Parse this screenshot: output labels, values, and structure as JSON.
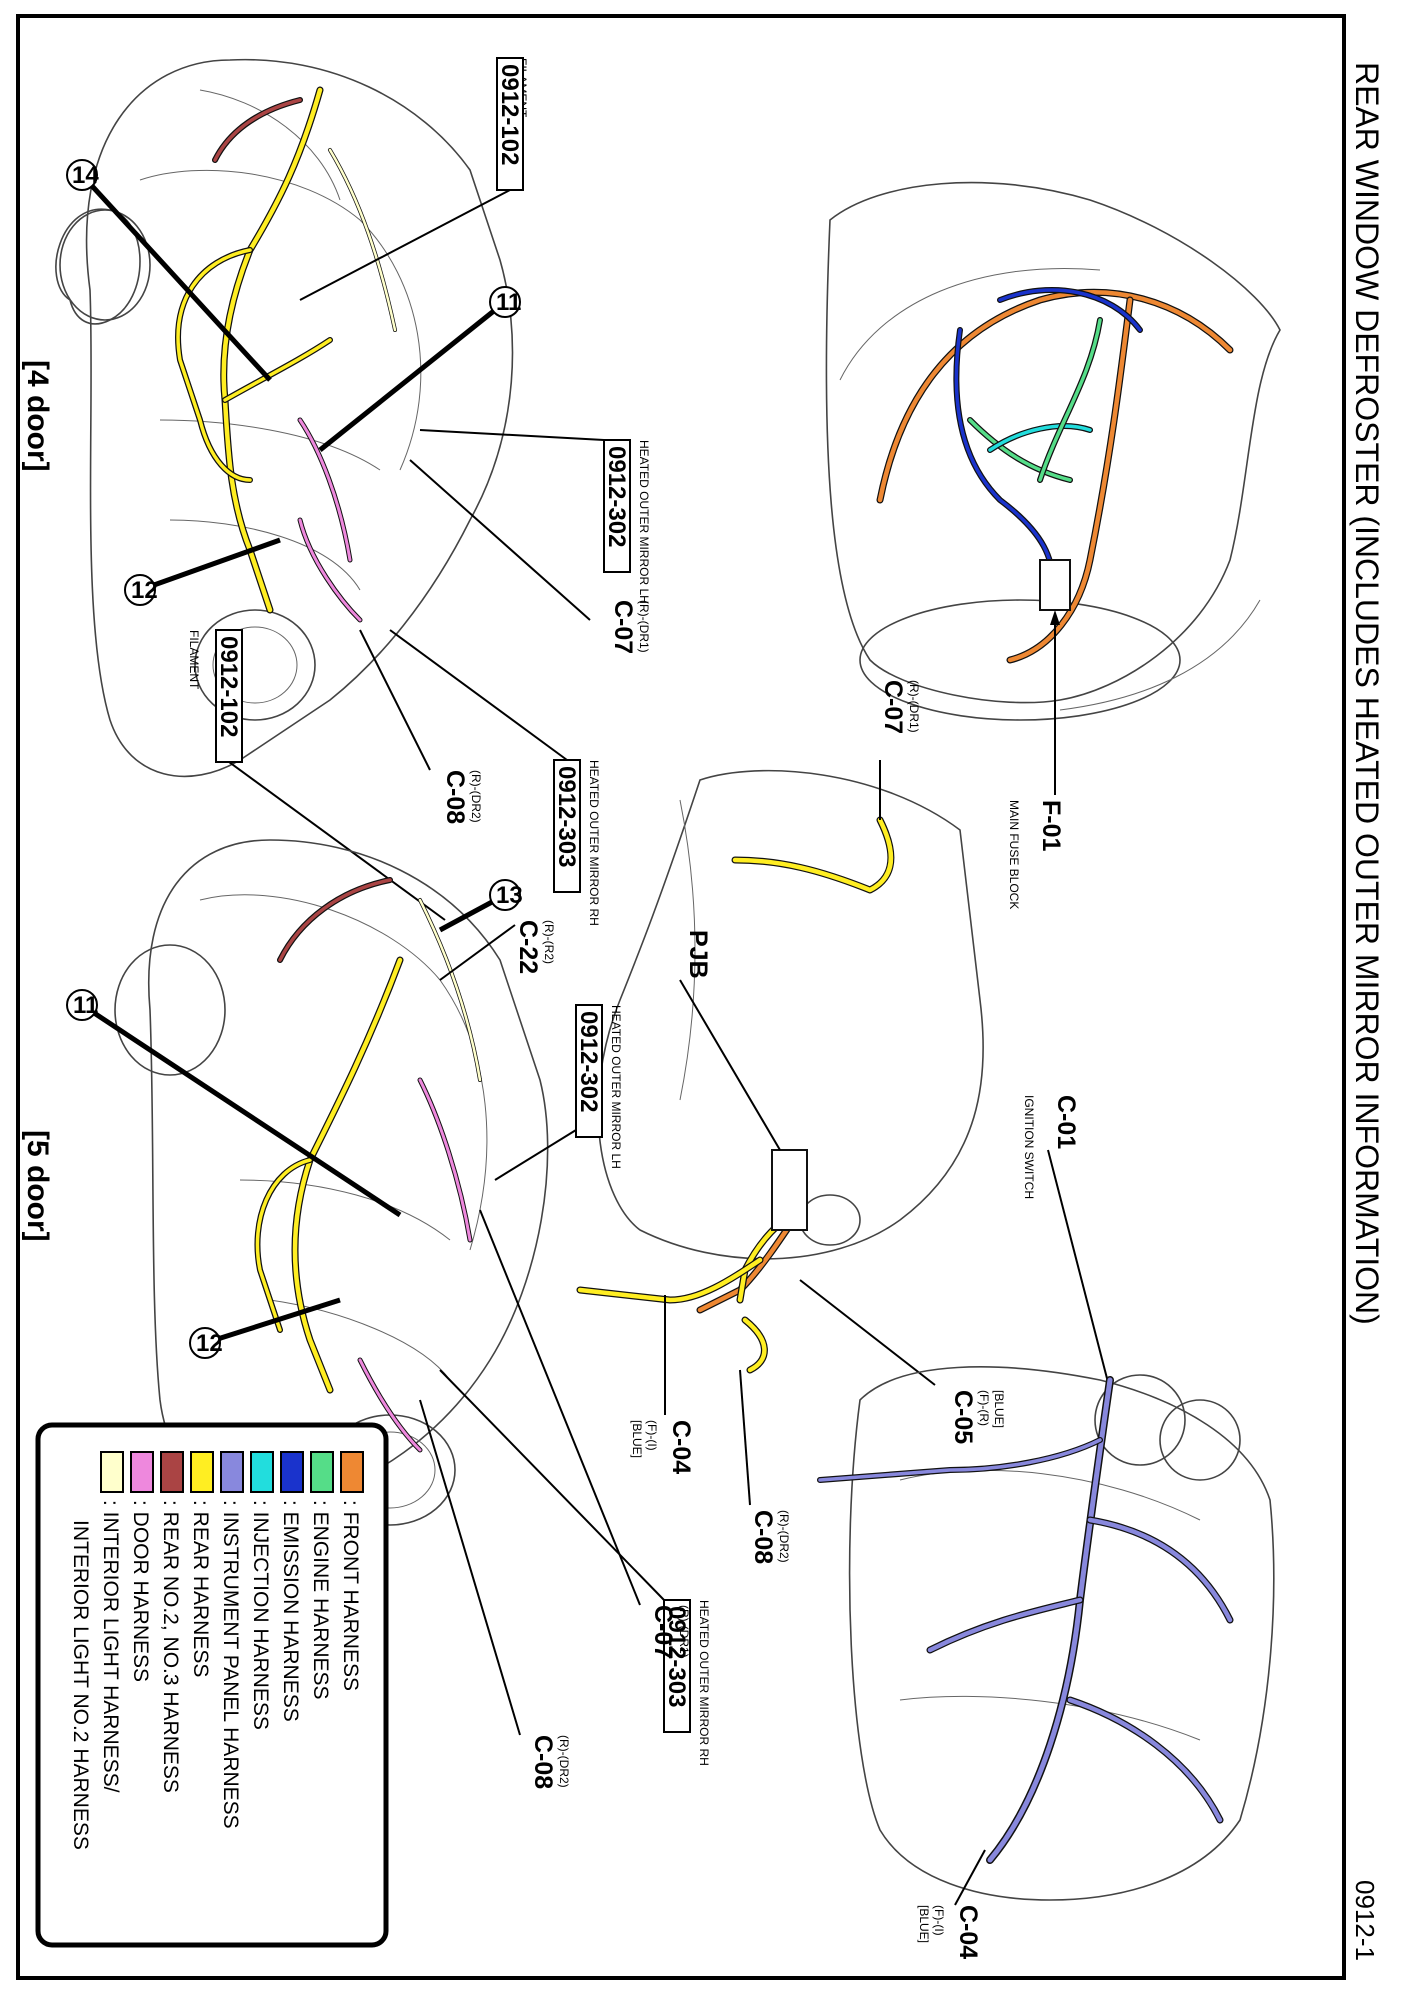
{
  "page": {
    "title": "REAR WINDOW DEFROSTER (INCLUDES HEATED OUTER MIRROR INFORMATION)",
    "page_number": "0912-1"
  },
  "views": {
    "four_door": "[4 door]",
    "five_door": "[5 door]"
  },
  "callouts": {
    "four_door": [
      {
        "id": "4d-filament-top",
        "caption": "FILAMENT",
        "ref": "0912-102"
      },
      {
        "id": "4d-mirror-lh",
        "caption": "HEATED OUTER MIRROR LH",
        "ref": "0912-302"
      },
      {
        "id": "4d-mirror-rh",
        "caption": "HEATED OUTER MIRROR RH",
        "ref": "0912-303"
      },
      {
        "id": "4d-filament-bottom",
        "caption": "FILAMENT",
        "ref": "0912-102"
      }
    ],
    "five_door": [
      {
        "id": "5d-mirror-lh",
        "caption": "HEATED OUTER MIRROR LH",
        "ref": "0912-302"
      },
      {
        "id": "5d-mirror-rh",
        "caption": "HEATED OUTER MIRROR RH",
        "ref": "0912-303"
      }
    ]
  },
  "connectors": {
    "c07_4d": {
      "code": "C-07",
      "sub": "(R)-(DR1)"
    },
    "c08_4d": {
      "code": "C-08",
      "sub": "(R)-(DR2)"
    },
    "f01": {
      "code": "F-01",
      "name": "MAIN FUSE BLOCK"
    },
    "c07_mid": {
      "code": "C-07",
      "sub": "(R)-(DR1)"
    },
    "pjb": {
      "code": "PJB"
    },
    "c22": {
      "code": "C-22",
      "sub": "(R)-(R2)"
    },
    "c01": {
      "code": "C-01",
      "name": "IGNITION SWITCH"
    },
    "c05": {
      "code": "C-05",
      "sub1": "(F)-(R)",
      "sub2": "[BLUE]"
    },
    "c04_mid": {
      "code": "C-04",
      "sub1": "(F)-(I)",
      "sub2": "[BLUE]"
    },
    "c08_mid": {
      "code": "C-08",
      "sub": "(R)-(DR2)"
    },
    "c07_5d": {
      "code": "C-07",
      "sub": "(R)-(DR1)"
    },
    "c08_5d": {
      "code": "C-08",
      "sub": "(R)-(DR2)"
    },
    "c04_right": {
      "code": "C-04",
      "sub1": "(F)-(I)",
      "sub2": "[BLUE]"
    }
  },
  "ground_points": [
    "14",
    "11",
    "12",
    "13",
    "11",
    "12"
  ],
  "legend": {
    "items": [
      {
        "color": "#ee8833",
        "label": ": FRONT HARNESS"
      },
      {
        "color": "#55dd88",
        "label": ": ENGINE HARNESS"
      },
      {
        "color": "#1a33cc",
        "label": ": EMISSION HARNESS"
      },
      {
        "color": "#22dddd",
        "label": ": INJECTION HARNESS"
      },
      {
        "color": "#8888dd",
        "label": ": INSTRUMENT PANEL HARNESS"
      },
      {
        "color": "#ffee22",
        "label": ": REAR HARNESS"
      },
      {
        "color": "#aa4444",
        "label": ": REAR NO.2, NO.3 HARNESS"
      },
      {
        "color": "#ee88dd",
        "label": ": DOOR HARNESS"
      },
      {
        "color": "#ffffcc",
        "label": ": INTERIOR LIGHT HARNESS/"
      }
    ],
    "continuation": "INTERIOR LIGHT NO.2 HARNESS"
  }
}
